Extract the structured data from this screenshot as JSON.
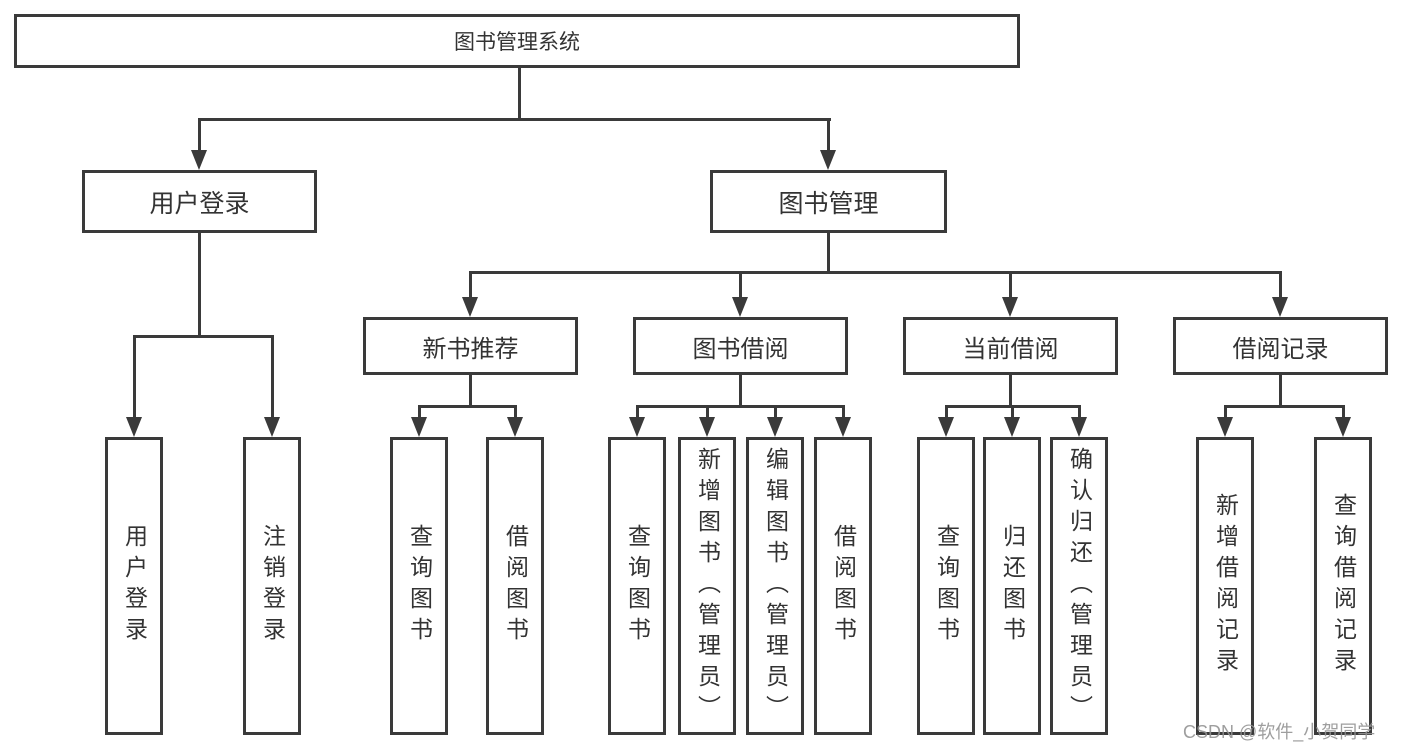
{
  "tree": {
    "root": {
      "label": "图书管理系统",
      "children": [
        {
          "label": "用户登录",
          "children": [
            {
              "label": "用户登录"
            },
            {
              "label": "注销登录"
            }
          ]
        },
        {
          "label": "图书管理",
          "children": [
            {
              "label": "新书推荐",
              "children": [
                {
                  "label": "查询图书"
                },
                {
                  "label": "借阅图书"
                }
              ]
            },
            {
              "label": "图书借阅",
              "children": [
                {
                  "label": "查询图书"
                },
                {
                  "label": "新增图书（管理员）"
                },
                {
                  "label": "编辑图书（管理员）"
                },
                {
                  "label": "借阅图书"
                }
              ]
            },
            {
              "label": "当前借阅",
              "children": [
                {
                  "label": "查询图书"
                },
                {
                  "label": "归还图书"
                },
                {
                  "label": "确认归还（管理员）"
                }
              ]
            },
            {
              "label": "借阅记录",
              "children": [
                {
                  "label": "新增借阅记录"
                },
                {
                  "label": "查询借阅记录"
                }
              ]
            }
          ]
        }
      ]
    }
  },
  "watermark": {
    "text": "CSDN @软件_小贺同学"
  },
  "colors": {
    "line": "#3a3a3a",
    "text": "#333333",
    "background": "#ffffff",
    "watermark": "#949494"
  }
}
